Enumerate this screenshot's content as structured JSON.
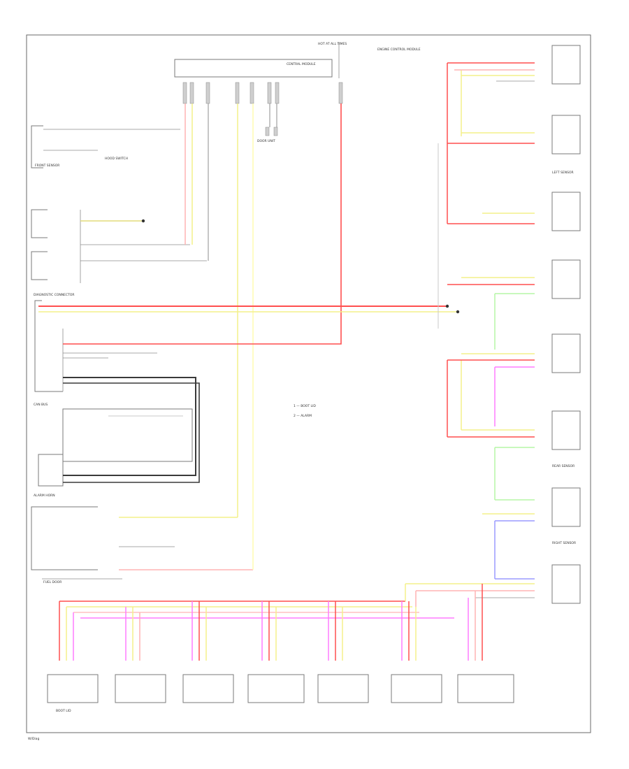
{
  "diagram": {
    "footer_label": "W/Diag",
    "legend": [
      "1 — BOOT LID",
      "2 — ALARM"
    ],
    "colors": {
      "red": "#ff4f4f",
      "pink": "#ffb3b3",
      "yellow": "#f4f08a",
      "pale_yellow": "#fffbb0",
      "magenta": "#ff7cff",
      "green": "#b6f5a6",
      "blue": "#9a9aff",
      "gray": "#b5b5b5",
      "dark": "#3a3a3a"
    },
    "labels": {
      "top_fuse": "HOT AT ALL TIMES",
      "central_module": "CENTRAL MODULE",
      "door_unit": "DOOR UNIT",
      "ecm": "ENGINE CONTROL MODULE",
      "front_sensor": "FRONT SENSOR",
      "alarm_horn": "ALARM HORN",
      "hood_switch": "HOOD SWITCH",
      "diag_conn": "DIAGNOSTIC CONNECTOR",
      "can_bus": "CAN BUS",
      "rear_sensor": "REAR SENSOR",
      "left_sensor": "LEFT SENSOR",
      "right_sensor": "RIGHT SENSOR",
      "boot_lid": "BOOT LID",
      "fuel_door": "FUEL DOOR"
    }
  }
}
